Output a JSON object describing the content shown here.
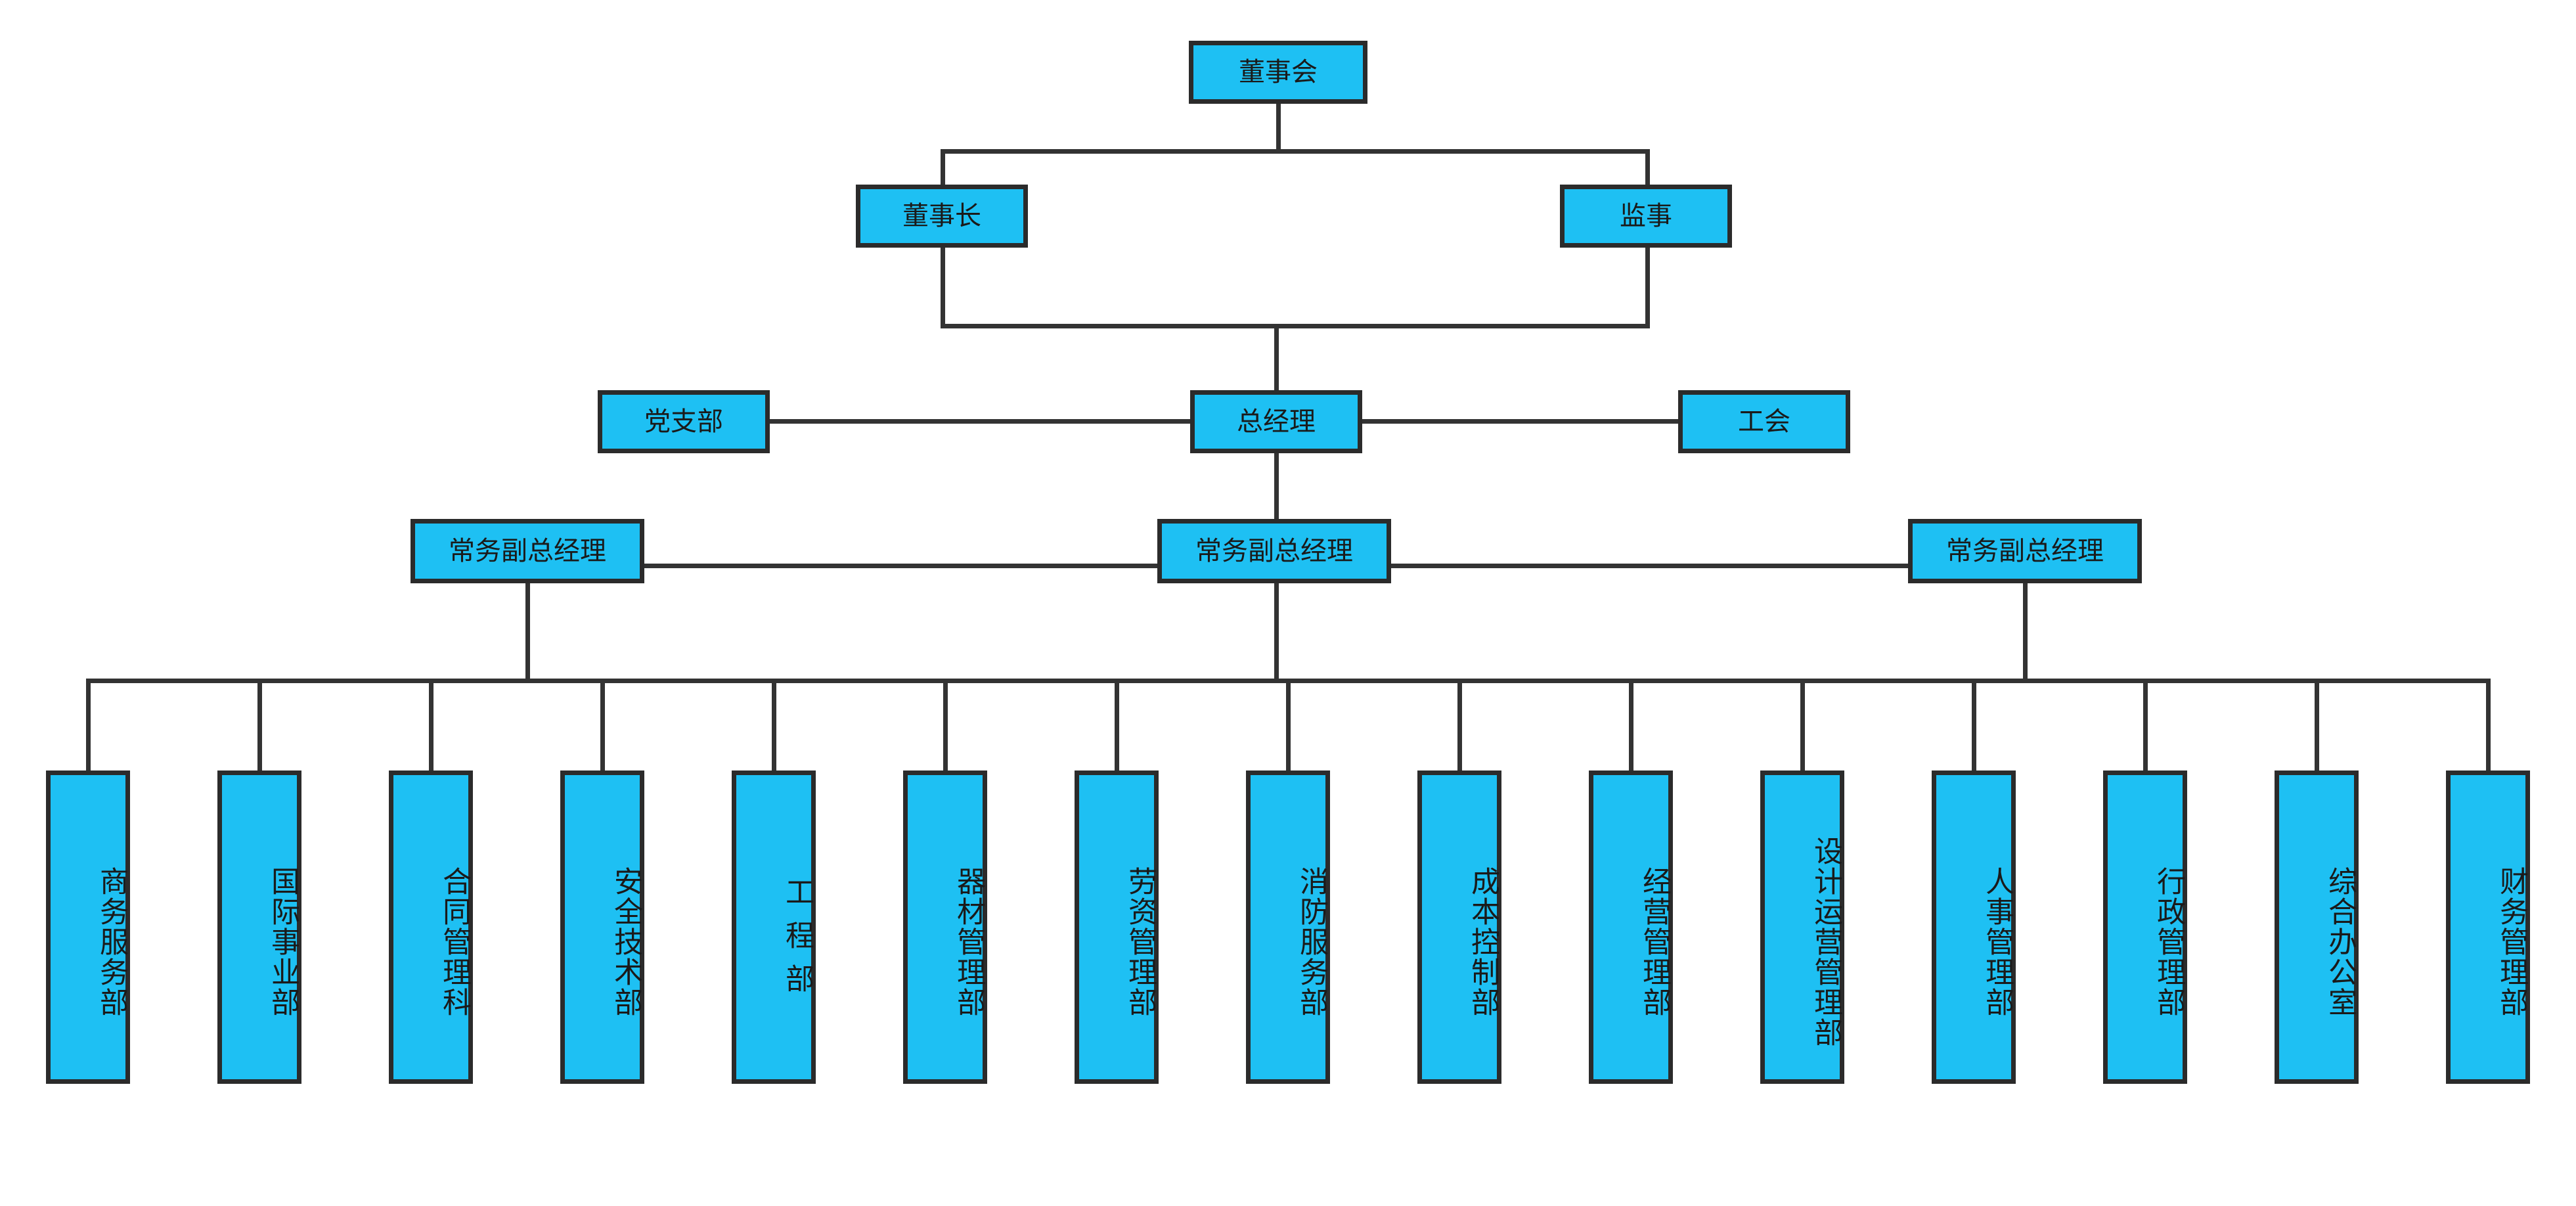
{
  "chart_data": {
    "type": "diagram",
    "diagram_kind": "organizational-chart",
    "title": "",
    "orientation": "top-down",
    "colors": {
      "node_fill": "#1ec0f3",
      "node_border": "#2b2b2b",
      "connector": "#333333",
      "background": "#ffffff",
      "text": "#1a1a1a"
    },
    "levels": [
      {
        "level": 1,
        "labels": [
          "董事会"
        ]
      },
      {
        "level": 2,
        "labels": [
          "董事长",
          "监事"
        ]
      },
      {
        "level": 3,
        "labels": [
          "党支部",
          "总经理",
          "工会"
        ]
      },
      {
        "level": 4,
        "labels": [
          "常务副总经理",
          "常务副总经理",
          "常务副总经理"
        ]
      },
      {
        "level": 5,
        "labels": [
          "商务服务部",
          "国际事业部",
          "合同管理科",
          "安全技术部",
          "工 程 部",
          "器材管理部",
          "劳资管理部",
          "消防服务部",
          "成本控制部",
          "经营管理部",
          "设计运营管理部",
          "人事管理部",
          "行政管理部",
          "综合办公室",
          "财务管理部"
        ]
      }
    ],
    "edges": [
      {
        "from": "董事会",
        "to": "董事长"
      },
      {
        "from": "董事会",
        "to": "监事"
      },
      {
        "from": "董事长",
        "to": "总经理"
      },
      {
        "from": "监事",
        "to": "总经理"
      },
      {
        "from": "总经理",
        "to": "党支部"
      },
      {
        "from": "总经理",
        "to": "工会"
      },
      {
        "from": "总经理",
        "to": "常务副总经理"
      },
      {
        "from": "常务副总经理",
        "to": "departments-bus"
      }
    ]
  },
  "nodes": {
    "board": {
      "label": "董事会"
    },
    "chairman": {
      "label": "董事长"
    },
    "supervisor": {
      "label": "监事"
    },
    "party_branch": {
      "label": "党支部"
    },
    "general_manager": {
      "label": "总经理"
    },
    "labor_union": {
      "label": "工会"
    },
    "deputy_gm_left": {
      "label": "常务副总经理"
    },
    "deputy_gm_center": {
      "label": "常务副总经理"
    },
    "deputy_gm_right": {
      "label": "常务副总经理"
    }
  },
  "departments": [
    {
      "label": "商务服务部",
      "spaced": false
    },
    {
      "label": "国际事业部",
      "spaced": false
    },
    {
      "label": "合同管理科",
      "spaced": false
    },
    {
      "label": "安全技术部",
      "spaced": false
    },
    {
      "label": "工程部",
      "spaced": true
    },
    {
      "label": "器材管理部",
      "spaced": false
    },
    {
      "label": "劳资管理部",
      "spaced": false
    },
    {
      "label": "消防服务部",
      "spaced": false
    },
    {
      "label": "成本控制部",
      "spaced": false
    },
    {
      "label": "经营管理部",
      "spaced": false
    },
    {
      "label": "设计运营管理部",
      "spaced": false
    },
    {
      "label": "人事管理部",
      "spaced": false
    },
    {
      "label": "行政管理部",
      "spaced": false
    },
    {
      "label": "综合办公室",
      "spaced": false
    },
    {
      "label": "财务管理部",
      "spaced": false
    }
  ]
}
